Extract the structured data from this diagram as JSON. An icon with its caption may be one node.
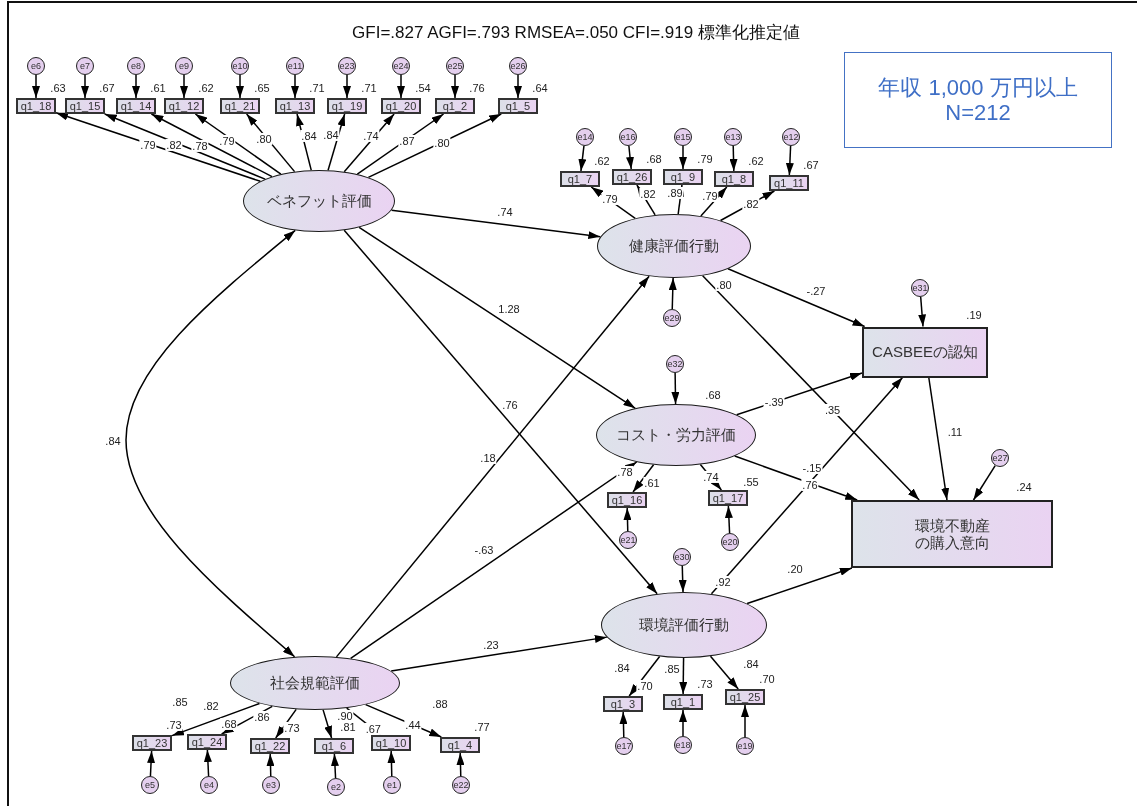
{
  "diagram": {
    "title": "GFI=.827 AGFI=.793 RMSEA=.050 CFI=.919 標準化推定値",
    "nodes": [
      {
        "text": [
          "年収 1,000 万円以上",
          "N=212"
        ]
      },
      {
        "text": [
          "e6"
        ]
      },
      {
        "text": [
          "e7"
        ]
      },
      {
        "text": [
          "e8"
        ]
      },
      {
        "text": [
          "e9"
        ]
      },
      {
        "text": [
          "e10"
        ]
      },
      {
        "text": [
          "e11"
        ]
      },
      {
        "text": [
          "e23"
        ]
      },
      {
        "text": [
          "e24"
        ]
      },
      {
        "text": [
          "e25"
        ]
      },
      {
        "text": [
          "e26"
        ]
      },
      {
        "text": [
          "q1_18"
        ],
        "beside": [
          ".63"
        ]
      },
      {
        "text": [
          "q1_15"
        ],
        "beside": [
          ".67"
        ]
      },
      {
        "text": [
          "q1_14"
        ],
        "beside": [
          ".61"
        ]
      },
      {
        "text": [
          "q1_12"
        ],
        "beside": [
          ".62"
        ]
      },
      {
        "text": [
          "q1_21"
        ],
        "beside": [
          ".65"
        ]
      },
      {
        "text": [
          "q1_13"
        ],
        "beside": [
          ".71"
        ]
      },
      {
        "text": [
          "q1_19"
        ],
        "beside": [
          ".71"
        ]
      },
      {
        "text": [
          "q1_20"
        ],
        "beside": [
          ".54"
        ]
      },
      {
        "text": [
          "q1_2"
        ],
        "beside": [
          ".76"
        ]
      },
      {
        "text": [
          "q1_5"
        ],
        "beside": [
          ".64"
        ]
      },
      {
        "text": [
          "ベネフット評価"
        ]
      },
      {
        "text": [
          "e14"
        ]
      },
      {
        "text": [
          "e16"
        ]
      },
      {
        "text": [
          "e15"
        ]
      },
      {
        "text": [
          "e13"
        ]
      },
      {
        "text": [
          "e12"
        ]
      },
      {
        "text": [
          "q1_7"
        ],
        "beside": [
          ".62"
        ]
      },
      {
        "text": [
          "q1_26"
        ],
        "beside": [
          ".68"
        ]
      },
      {
        "text": [
          "q1_9"
        ],
        "beside": [
          ".79"
        ]
      },
      {
        "text": [
          "q1_8"
        ],
        "beside": [
          ".62"
        ]
      },
      {
        "text": [
          "q1_11"
        ],
        "beside": [
          ".67"
        ]
      },
      {
        "text": [
          "健康評価行動"
        ],
        "beside": [
          ".80"
        ]
      },
      {
        "text": [
          "e29"
        ]
      },
      {
        "text": [
          "e31"
        ]
      },
      {
        "text": [
          "CASBEEの認知"
        ],
        "beside": [
          ".19"
        ]
      },
      {
        "text": [
          "e32"
        ]
      },
      {
        "text": [
          "コスト・労力評価"
        ],
        "beside": [
          ".68"
        ]
      },
      {
        "text": [
          "q1_16"
        ],
        "beside": [
          ".61"
        ]
      },
      {
        "text": [
          "q1_17"
        ],
        "beside": [
          ".55"
        ]
      },
      {
        "text": [
          "e21"
        ]
      },
      {
        "text": [
          "e20"
        ]
      },
      {
        "text": [
          "e27"
        ]
      },
      {
        "text": [
          "環境不動産の購入意向"
        ],
        "beside": [
          ".24"
        ]
      },
      {
        "text": [
          "e30"
        ]
      },
      {
        "text": [
          "環境評価行動"
        ],
        "beside": [
          ".92"
        ]
      },
      {
        "text": [
          "q1_3"
        ],
        "beside": [
          ".70"
        ]
      },
      {
        "text": [
          "q1_1"
        ],
        "beside": [
          ".73"
        ]
      },
      {
        "text": [
          "q1_25"
        ],
        "beside": [
          ".70"
        ]
      },
      {
        "text": [
          "e17"
        ]
      },
      {
        "text": [
          "e18"
        ]
      },
      {
        "text": [
          "e19"
        ]
      },
      {
        "text": [
          "社会規範評価"
        ]
      },
      {
        "text": [
          "q1_23"
        ],
        "beside": [
          ".73"
        ]
      },
      {
        "text": [
          "q1_24"
        ],
        "beside": [
          ".68"
        ]
      },
      {
        "text": [
          "q1_22"
        ],
        "beside": [
          ".73"
        ]
      },
      {
        "text": [
          "q1_6"
        ],
        "beside": [
          ".81"
        ]
      },
      {
        "text": [
          "q1_10"
        ],
        "beside": [
          ".44"
        ]
      },
      {
        "text": [
          "q1_4"
        ],
        "beside": [
          ".77"
        ]
      },
      {
        "text": [
          "e5"
        ]
      },
      {
        "text": [
          "e4"
        ]
      },
      {
        "text": [
          "e3"
        ]
      },
      {
        "text": [
          "e2"
        ]
      },
      {
        "text": [
          "e1"
        ]
      },
      {
        "text": [
          "e22"
        ]
      }
    ],
    "edges": [
      {
        "from": 1,
        "to": 11,
        "arrow": "to"
      },
      {
        "from": 2,
        "to": 12,
        "arrow": "to"
      },
      {
        "from": 3,
        "to": 13,
        "arrow": "to"
      },
      {
        "from": 4,
        "to": 14,
        "arrow": "to"
      },
      {
        "from": 5,
        "to": 15,
        "arrow": "to"
      },
      {
        "from": 6,
        "to": 16,
        "arrow": "to"
      },
      {
        "from": 7,
        "to": 17,
        "arrow": "to"
      },
      {
        "from": 8,
        "to": 18,
        "arrow": "to"
      },
      {
        "from": 9,
        "to": 19,
        "arrow": "to"
      },
      {
        "from": 10,
        "to": 20,
        "arrow": "to"
      },
      {
        "from": 21,
        "to": 11,
        "arrow": "to",
        "label": ".79"
      },
      {
        "from": 21,
        "to": 12,
        "arrow": "to",
        "label": ".82"
      },
      {
        "from": 21,
        "to": 13,
        "arrow": "to",
        "label": ".78"
      },
      {
        "from": 21,
        "to": 14,
        "arrow": "to",
        "label": ".79"
      },
      {
        "from": 21,
        "to": 15,
        "arrow": "to",
        "label": ".80"
      },
      {
        "from": 21,
        "to": 16,
        "arrow": "to",
        "label": ".84"
      },
      {
        "from": 21,
        "to": 17,
        "arrow": "to",
        "label": ".84"
      },
      {
        "from": 21,
        "to": 18,
        "arrow": "to",
        "label": ".74"
      },
      {
        "from": 21,
        "to": 19,
        "arrow": "to",
        "label": ".87"
      },
      {
        "from": 21,
        "to": 20,
        "arrow": "to",
        "label": ".80"
      },
      {
        "from": 22,
        "to": 27,
        "arrow": "to"
      },
      {
        "from": 23,
        "to": 28,
        "arrow": "to"
      },
      {
        "from": 24,
        "to": 29,
        "arrow": "to"
      },
      {
        "from": 25,
        "to": 30,
        "arrow": "to"
      },
      {
        "from": 26,
        "to": 31,
        "arrow": "to"
      },
      {
        "from": 32,
        "to": 27,
        "arrow": "to",
        "label": ".79"
      },
      {
        "from": 32,
        "to": 28,
        "arrow": "to",
        "label": ".82"
      },
      {
        "from": 32,
        "to": 29,
        "arrow": "to",
        "label": ".89"
      },
      {
        "from": 32,
        "to": 30,
        "arrow": "to",
        "label": ".79"
      },
      {
        "from": 32,
        "to": 31,
        "arrow": "to",
        "label": ".82"
      },
      {
        "from": 33,
        "to": 32,
        "arrow": "to"
      },
      {
        "from": 34,
        "to": 35,
        "arrow": "to"
      },
      {
        "from": 36,
        "to": 37,
        "arrow": "to"
      },
      {
        "from": 42,
        "to": 43,
        "arrow": "to"
      },
      {
        "from": 44,
        "to": 45,
        "arrow": "to"
      },
      {
        "from": 37,
        "to": 38,
        "arrow": "to",
        "label": ".78"
      },
      {
        "from": 37,
        "to": 39,
        "arrow": "to",
        "label": ".74"
      },
      {
        "from": 40,
        "to": 38,
        "arrow": "to"
      },
      {
        "from": 41,
        "to": 39,
        "arrow": "to"
      },
      {
        "from": 45,
        "to": 46,
        "arrow": "to",
        "label": ".84"
      },
      {
        "from": 45,
        "to": 47,
        "arrow": "to",
        "label": ".85"
      },
      {
        "from": 45,
        "to": 48,
        "arrow": "to",
        "label": ".84"
      },
      {
        "from": 49,
        "to": 46,
        "arrow": "to"
      },
      {
        "from": 50,
        "to": 47,
        "arrow": "to"
      },
      {
        "from": 51,
        "to": 48,
        "arrow": "to"
      },
      {
        "from": 52,
        "to": 53,
        "arrow": "to",
        "label": ".85"
      },
      {
        "from": 52,
        "to": 54,
        "arrow": "to",
        "label": ".82"
      },
      {
        "from": 52,
        "to": 55,
        "arrow": "to",
        "label": ".86"
      },
      {
        "from": 52,
        "to": 56,
        "arrow": "to",
        "label": ".90"
      },
      {
        "from": 52,
        "to": 57,
        "arrow": "to",
        "label": ".67"
      },
      {
        "from": 52,
        "to": 58,
        "arrow": "to",
        "label": ".88"
      },
      {
        "from": 59,
        "to": 53,
        "arrow": "to"
      },
      {
        "from": 60,
        "to": 54,
        "arrow": "to"
      },
      {
        "from": 61,
        "to": 55,
        "arrow": "to"
      },
      {
        "from": 62,
        "to": 56,
        "arrow": "to"
      },
      {
        "from": 63,
        "to": 57,
        "arrow": "to"
      },
      {
        "from": 64,
        "to": 58,
        "arrow": "to"
      },
      {
        "from": 21,
        "to": 32,
        "arrow": "to",
        "label": ".74"
      },
      {
        "from": 21,
        "to": 37,
        "arrow": "to",
        "label": "1.28"
      },
      {
        "from": 21,
        "to": 45,
        "arrow": "to",
        "label": ".76"
      },
      {
        "from": 52,
        "to": 32,
        "arrow": "to",
        "label": ".18"
      },
      {
        "from": 52,
        "to": 37,
        "arrow": "to",
        "label": "-.63"
      },
      {
        "from": 52,
        "to": 45,
        "arrow": "to",
        "label": ".23"
      },
      {
        "from": 21,
        "to": 52,
        "arrow": "both",
        "label": ".84"
      },
      {
        "from": 32,
        "to": 35,
        "arrow": "to",
        "label": "-.27"
      },
      {
        "from": 32,
        "to": 43,
        "arrow": "to",
        "label": ".35"
      },
      {
        "from": 37,
        "to": 35,
        "arrow": "to",
        "label": "-.39"
      },
      {
        "from": 37,
        "to": 43,
        "arrow": "to",
        "label": "-.15"
      },
      {
        "from": 45,
        "to": 35,
        "arrow": "to",
        "label": ".76"
      },
      {
        "from": 45,
        "to": 43,
        "arrow": "to",
        "label": ".20"
      },
      {
        "from": 35,
        "to": 43,
        "arrow": "to",
        "label": ".11"
      }
    ]
  }
}
